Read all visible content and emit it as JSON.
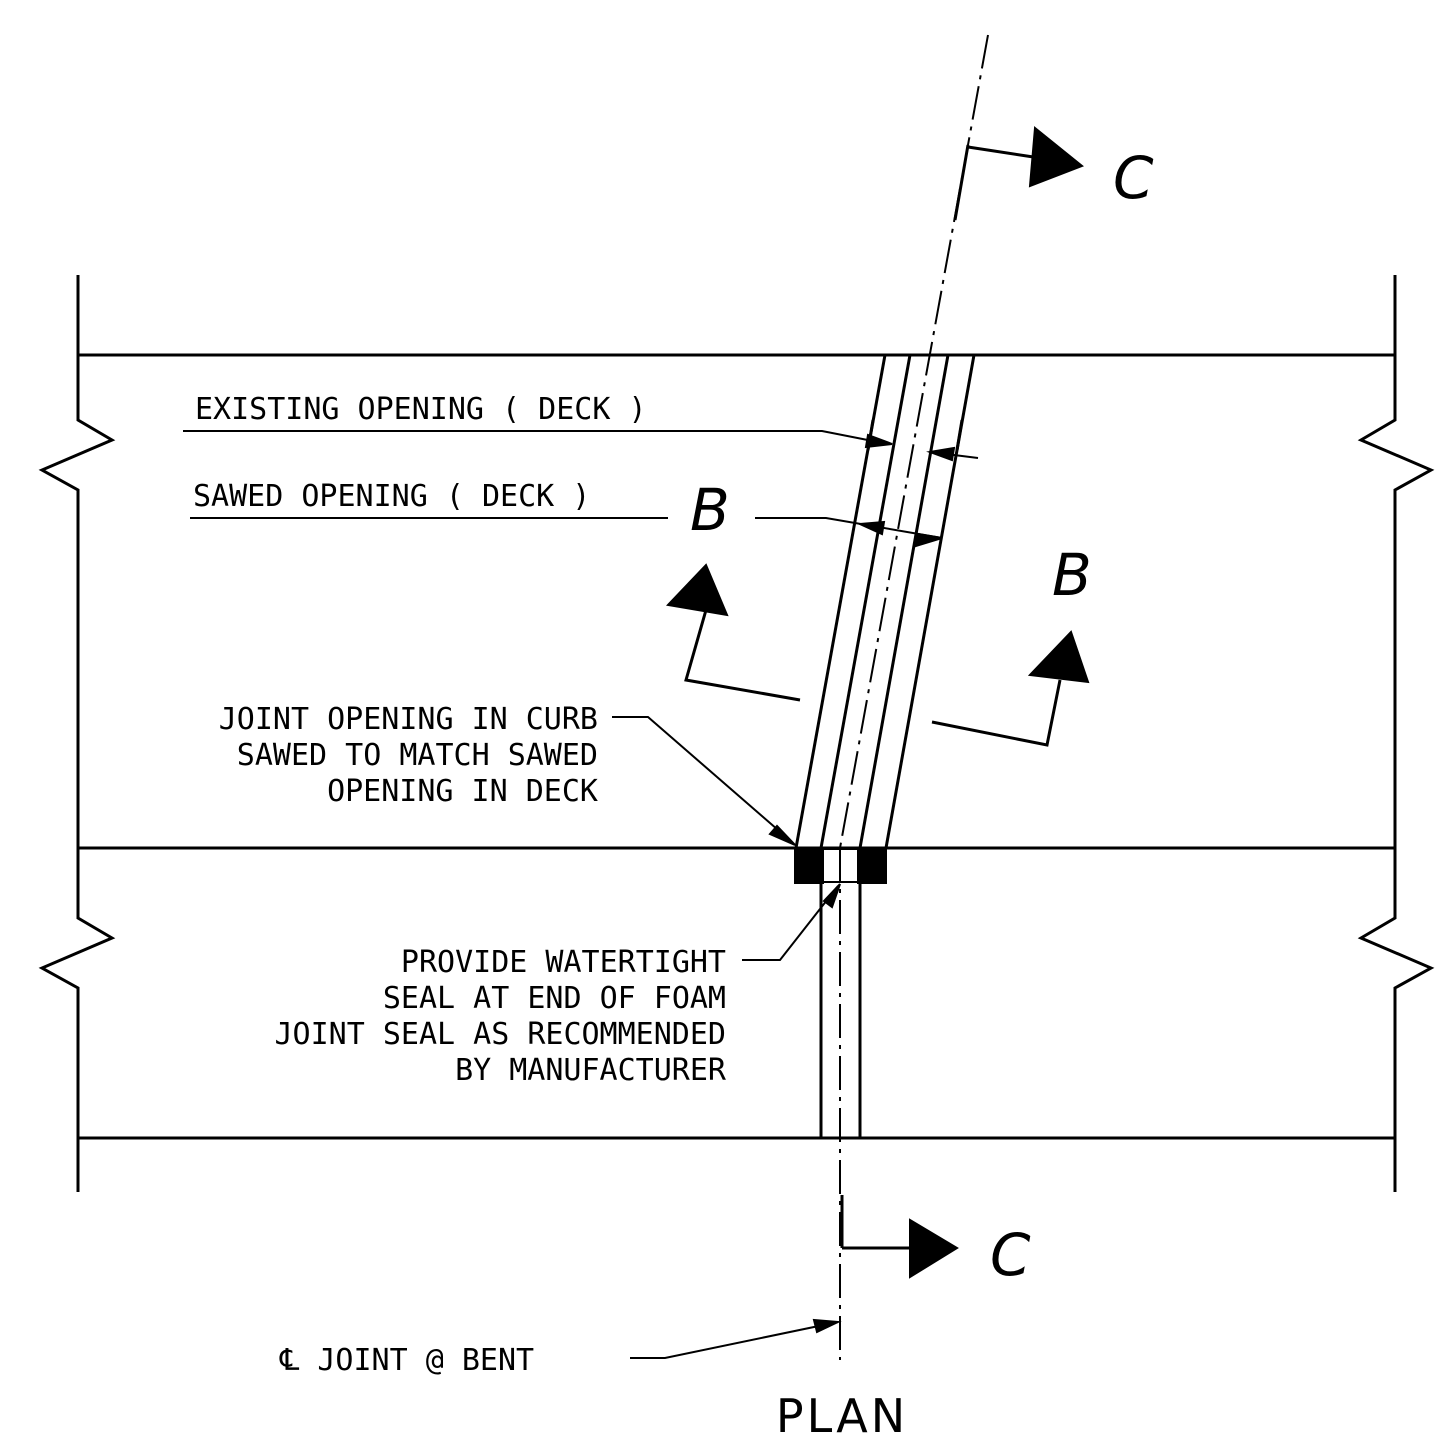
{
  "title": "PLAN",
  "notes": {
    "existing_opening": "EXISTING OPENING ( DECK )",
    "sawed_opening": "SAWED OPENING ( DECK )",
    "curb_line1": "JOINT OPENING IN CURB",
    "curb_line2": "SAWED TO MATCH SAWED",
    "curb_line3": "OPENING IN DECK",
    "seal_line1": "PROVIDE WATERTIGHT",
    "seal_line2": "SEAL AT END OF FOAM",
    "seal_line3": "JOINT SEAL AS RECOMMENDED",
    "seal_line4": "BY MANUFACTURER",
    "centerline": "℄ JOINT @ BENT"
  },
  "section_labels": {
    "b_left": "B",
    "b_right": "B",
    "c_top": "C",
    "c_bottom": "C"
  }
}
